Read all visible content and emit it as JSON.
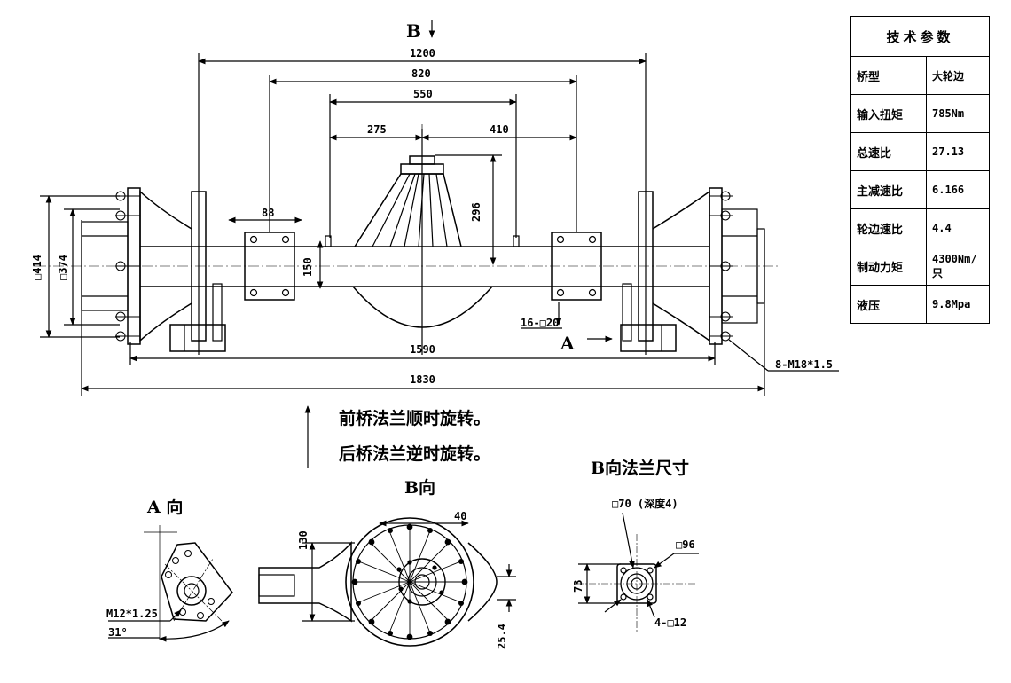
{
  "main_view": {
    "section_mark": "B",
    "dims": {
      "d1200": "1200",
      "d820": "820",
      "d550": "550",
      "d275": "275",
      "d410": "410",
      "d296": "296",
      "d88": "88",
      "d150": "150",
      "d414": "□414",
      "d374": "□374",
      "d1590": "1590",
      "d1830": "1830",
      "holes": "16-□20",
      "bolts": "8-M18*1.5"
    },
    "arrow_a_label": "A"
  },
  "notes": {
    "line1": "前桥法兰顺时旋转。",
    "line2": "后桥法兰逆时旋转。"
  },
  "spec_table": {
    "header": "技术参数",
    "rows": [
      {
        "label": "桥型",
        "value": "大轮边"
      },
      {
        "label": "输入扭矩",
        "value": "785Nm"
      },
      {
        "label": "总速比",
        "value": "27.13"
      },
      {
        "label": "主减速比",
        "value": "6.166"
      },
      {
        "label": "轮边速比",
        "value": "4.4"
      },
      {
        "label": "制动力矩",
        "value": "4300Nm/只"
      },
      {
        "label": "液压",
        "value": "9.8Mpa"
      }
    ]
  },
  "view_a": {
    "title": "A 向",
    "thread": "M12*1.25",
    "angle": "31°"
  },
  "view_b": {
    "title": "B向",
    "d40": "40",
    "d130": "130",
    "d25_4": "25.4"
  },
  "view_b_flange": {
    "title": "B向法兰尺寸",
    "d70": "□70 (深度4)",
    "d96": "□96",
    "d73": "73",
    "holes": "4-□12"
  }
}
